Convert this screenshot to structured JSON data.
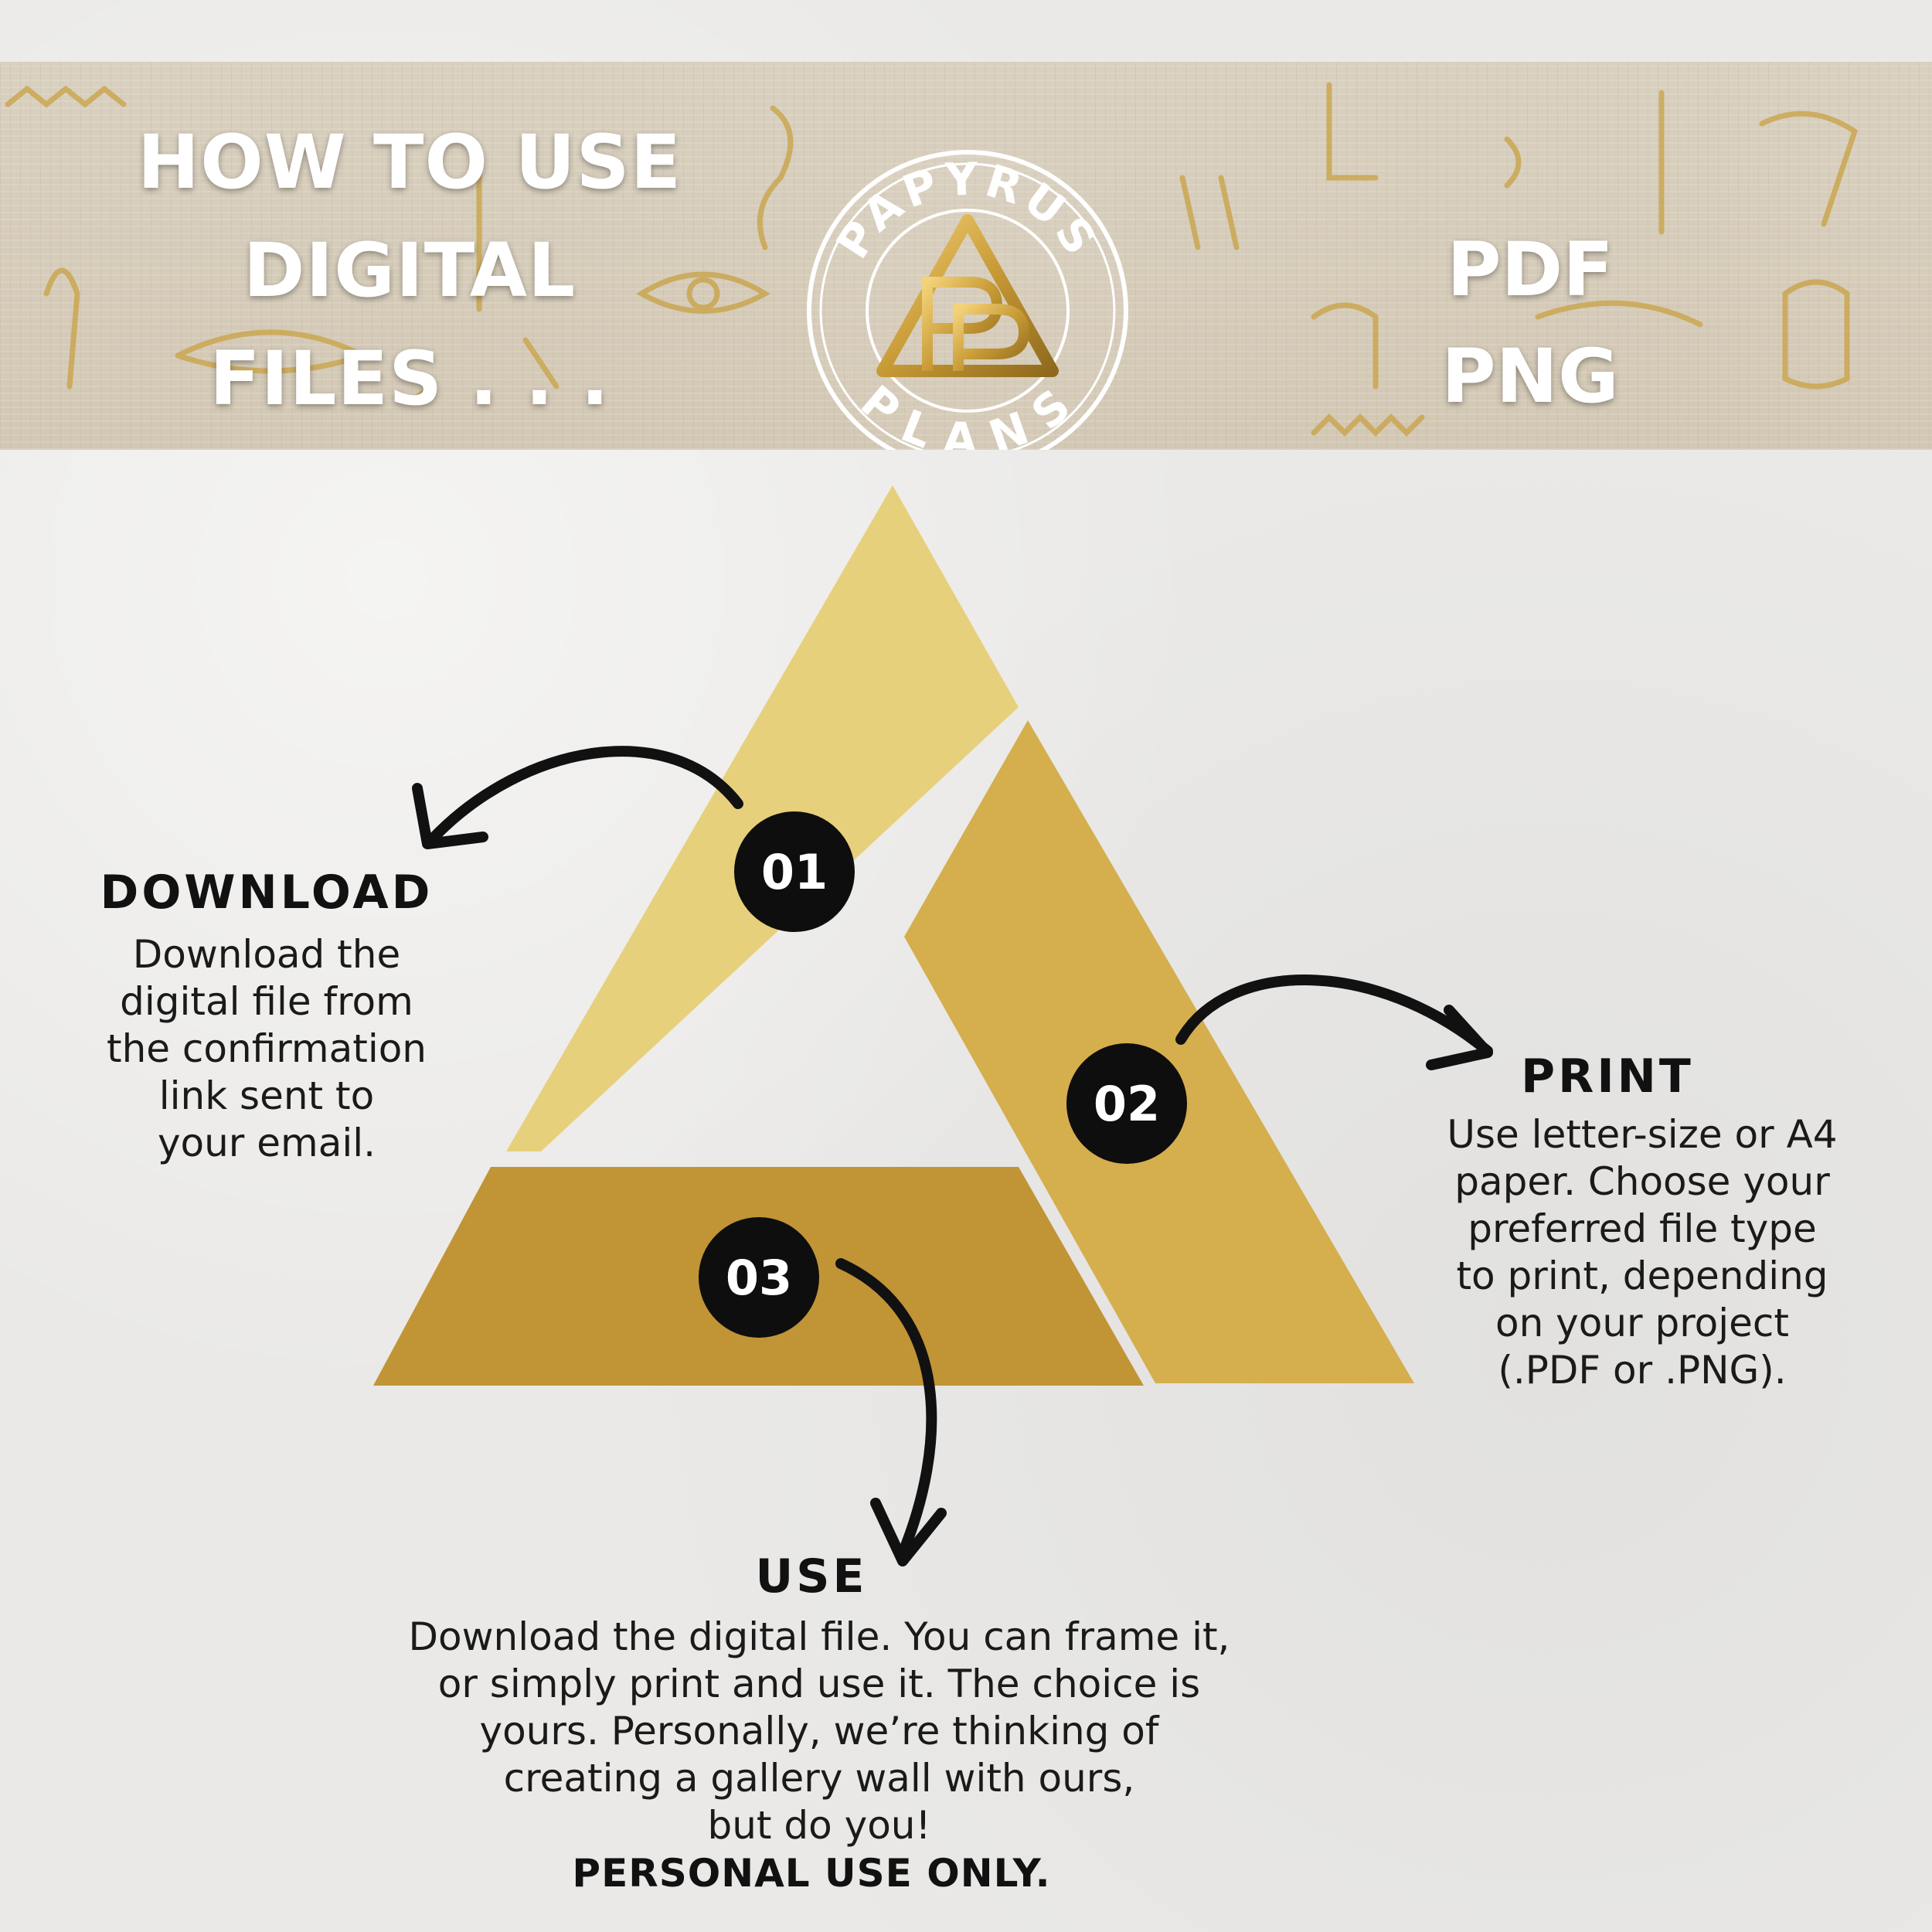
{
  "banner": {
    "title_lines": [
      "HOW TO USE",
      "DIGITAL",
      "FILES . . ."
    ],
    "formats": [
      "PDF",
      "PNG"
    ],
    "logo": {
      "top_text": "PAPYRUS",
      "bottom_text": "PLANS",
      "monogram": "PP"
    }
  },
  "steps": [
    {
      "number": "01",
      "title": "DOWNLOAD",
      "description": "Download the\ndigital file from\nthe confirmation\nlink sent to\nyour email."
    },
    {
      "number": "02",
      "title": "PRINT",
      "description": "Use letter-size or A4\npaper. Choose your\npreferred file type\nto print, depending\non your project\n(.PDF or .PNG)."
    },
    {
      "number": "03",
      "title": "USE",
      "description": "Download the digital file. You can frame it,\nor simply print and use it. The choice is\nyours. Personally, we’re thinking of\ncreating a gallery wall with ours,\nbut do you!",
      "note": "PERSONAL USE ONLY."
    }
  ],
  "colors": {
    "segment_01": "#e7d07b",
    "segment_02": "#d5ae4d",
    "segment_03": "#c19436",
    "badge": "#0e0e0e",
    "text": "#111111"
  }
}
